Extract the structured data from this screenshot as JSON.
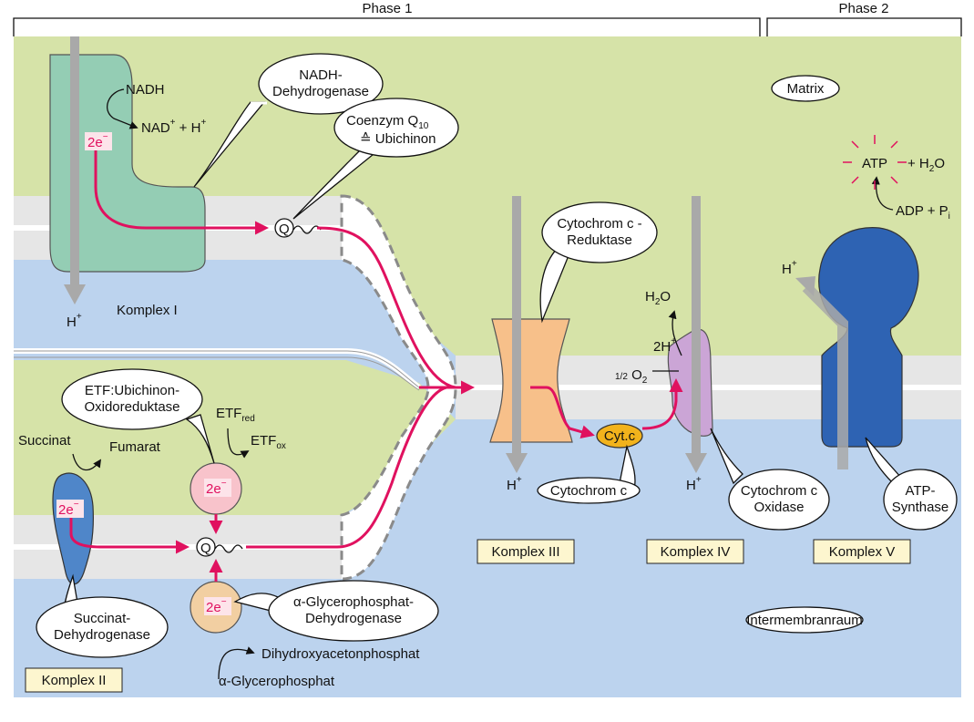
{
  "phases": {
    "phase1": "Phase 1",
    "phase2": "Phase 2"
  },
  "regions": {
    "matrix": "Matrix",
    "intermembrane": "Intermembranraum"
  },
  "complexes": {
    "k1": "Komplex I",
    "k2": "Komplex II",
    "k3": "Komplex III",
    "k4": "Komplex IV",
    "k5": "Komplex V"
  },
  "enzymes": {
    "nadh_dh": [
      "NADH-",
      "Dehydrogenase"
    ],
    "coq": [
      "Coenzym Q",
      "10",
      "≙ Ubichinon"
    ],
    "etf": [
      "ETF:Ubichinon-",
      "Oxidoreduktase"
    ],
    "succ_dh": [
      "Succinat-",
      "Dehydrogenase"
    ],
    "gp_dh": [
      "α-Glycerophosphat-",
      "Dehydrogenase"
    ],
    "cyt_red": [
      "Cytochrom c -",
      "Reduktase"
    ],
    "cytc": "Cytochrom c",
    "cyt_ox": [
      "Cytochrom c",
      "Oxidase"
    ],
    "atp_syn": [
      "ATP-",
      "Synthase"
    ]
  },
  "molecules": {
    "nadh": "NADH",
    "nad": "NAD",
    "nad_rest": " + H",
    "plus_sup": "+",
    "two_e": "2e",
    "minus_sup": "−",
    "q": "Q",
    "h": "H",
    "succinat": "Succinat",
    "fumarat": "Fumarat",
    "etf": "ETF",
    "red": "red",
    "ox": "ox",
    "dhap": "Dihydroxyacetonphosphat",
    "gp": "α-Glycerophosphat",
    "cytc_disc": "Cyt.c",
    "h2o_a": "H",
    "two": "2",
    "h2o_b": "O",
    "two_h": "2H",
    "half": "1/2",
    "o2": " O",
    "atp": "ATP",
    "plus_h2o": "+ H",
    "adp": "ADP + P",
    "i": "i"
  },
  "colors": {
    "matrix": "#d6e3a8",
    "intermembrane": "#bcd3ee",
    "membrane": "#e6e6e6",
    "complex1": "#94cdb4",
    "complex2": "#4f86c9",
    "complex3": "#f7c08a",
    "complex4": "#cba5d6",
    "complex5": "#2e63b3",
    "cytc": "#f2b31c",
    "electron_path": "#e0115f",
    "proton_arrow": "#a9a9a9",
    "label_box": "#fdf6cf"
  }
}
